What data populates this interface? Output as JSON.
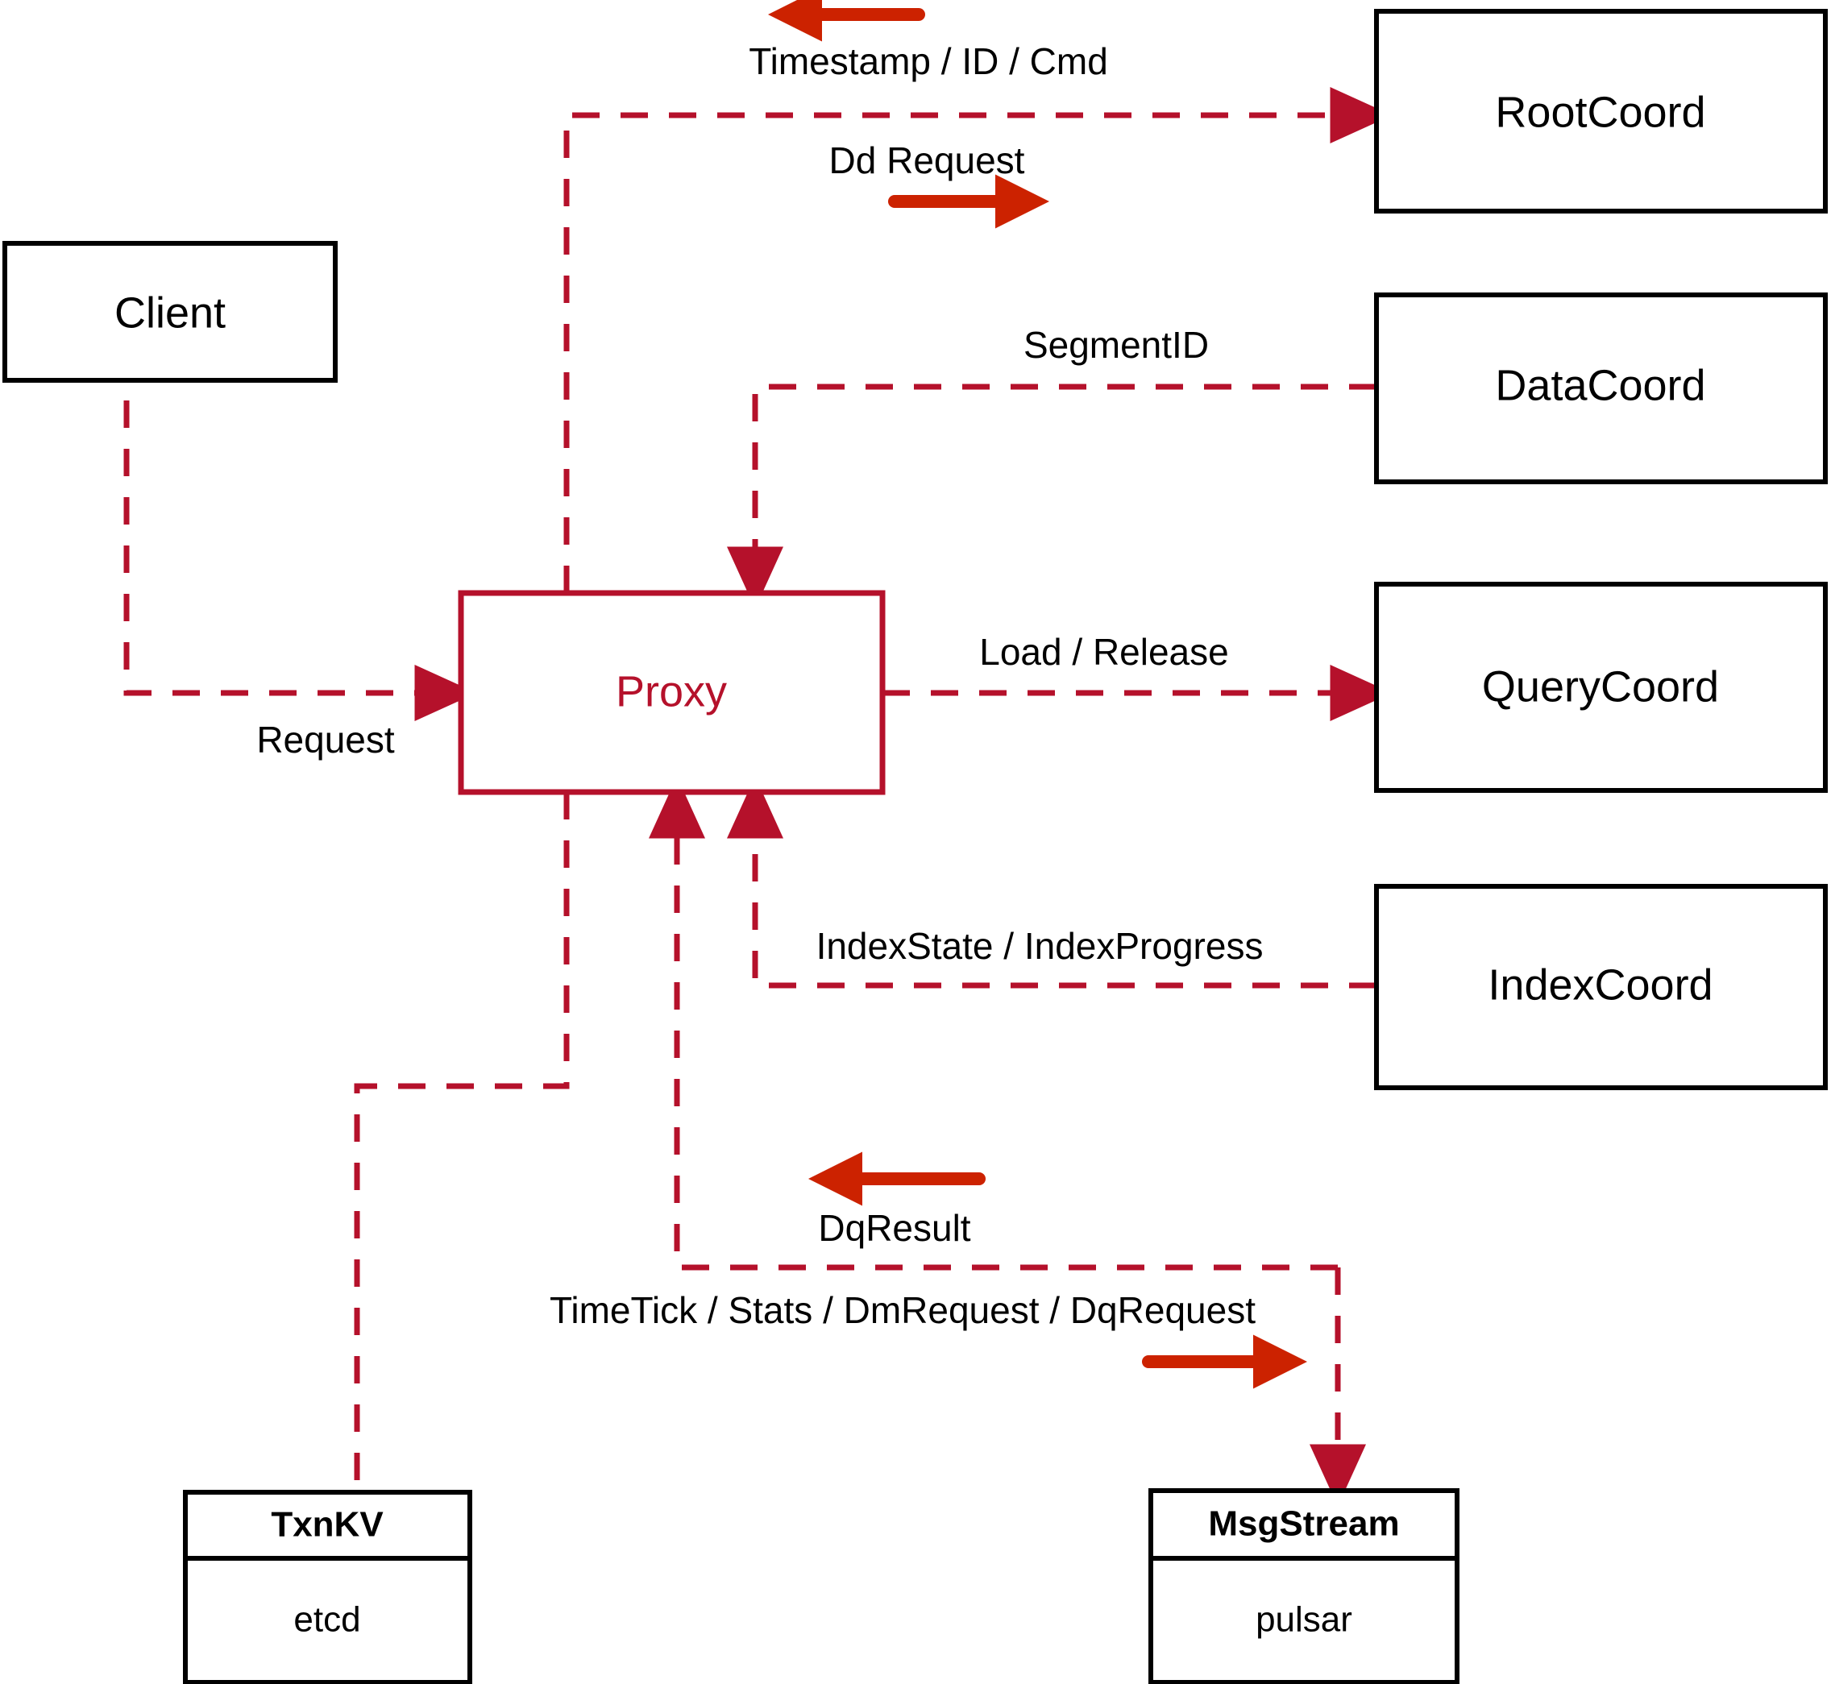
{
  "diagram": {
    "title": "Milvus Proxy interaction diagram",
    "accent_red": "#b5112b",
    "arrow_red": "#cc2200",
    "black": "#000000",
    "background": "#ffffff"
  },
  "nodes": {
    "client": {
      "label": "Client"
    },
    "proxy": {
      "label": "Proxy"
    },
    "root_coord": {
      "label": "RootCoord"
    },
    "data_coord": {
      "label": "DataCoord"
    },
    "query_coord": {
      "label": "QueryCoord"
    },
    "index_coord": {
      "label": "IndexCoord"
    },
    "txnkv": {
      "title": "TxnKV",
      "impl": "etcd"
    },
    "msgstream": {
      "title": "MsgStream",
      "impl": "pulsar"
    }
  },
  "edges": {
    "timestamp_id_cmd": {
      "label": "Timestamp / ID / Cmd"
    },
    "dd_request": {
      "label": "Dd Request"
    },
    "segment_id": {
      "label": "SegmentID"
    },
    "request": {
      "label": "Request"
    },
    "load_release": {
      "label": "Load / Release"
    },
    "index_state_progress": {
      "label": "IndexState / IndexProgress"
    },
    "dq_result": {
      "label": "DqResult"
    },
    "timetick_stats": {
      "label": "TimeTick / Stats / DmRequest / DqRequest"
    }
  }
}
